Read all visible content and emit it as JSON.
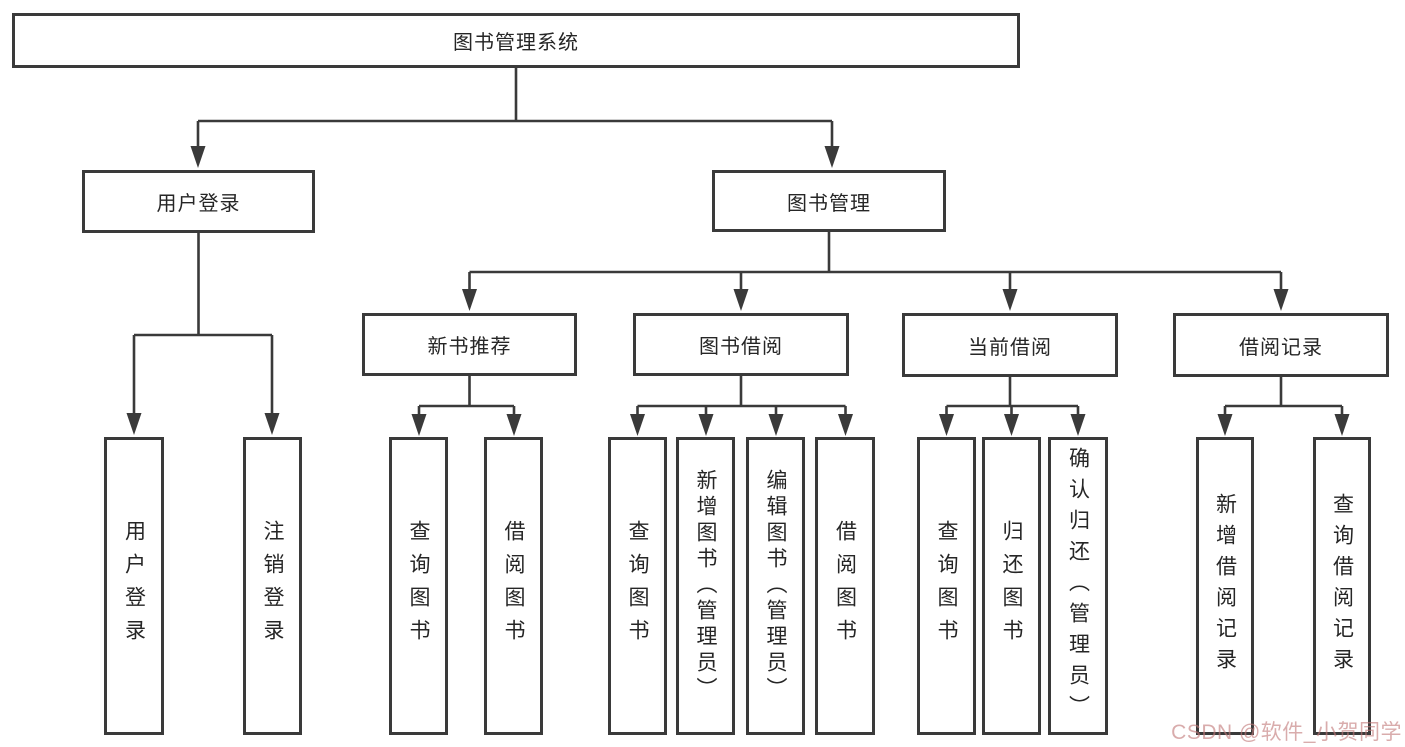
{
  "diagram": {
    "type": "hierarchy-tree",
    "title": "图书管理系统",
    "structure": {
      "图书管理系统": {
        "用户登录": [
          "用户登录",
          "注销登录"
        ],
        "图书管理": {
          "新书推荐": [
            "查询图书",
            "借阅图书"
          ],
          "图书借阅": [
            "查询图书",
            "新增图书（管理员）",
            "编辑图书（管理员）",
            "借阅图书"
          ],
          "当前借阅": [
            "查询图书",
            "归还图书",
            "确认归还（管理员）"
          ],
          "借阅记录": [
            "新增借阅记录",
            "查询借阅记录"
          ]
        }
      }
    }
  },
  "nodes": {
    "root": {
      "label": "图书管理系统"
    },
    "user_login": {
      "label": "用户登录"
    },
    "book_mgmt": {
      "label": "图书管理"
    },
    "new_book_rec": {
      "label": "新书推荐"
    },
    "book_borrow": {
      "label": "图书借阅"
    },
    "current_borrow": {
      "label": "当前借阅"
    },
    "borrow_records": {
      "label": "借阅记录"
    },
    "leaf_user_login": {
      "label": "用户登录"
    },
    "leaf_logout": {
      "label": "注销登录"
    },
    "leaf_query_book_1": {
      "label": "查询图书"
    },
    "leaf_borrow_book_1": {
      "label": "借阅图书"
    },
    "leaf_query_book_2": {
      "label": "查询图书"
    },
    "leaf_add_book": {
      "label": "新增图书（管理员）"
    },
    "leaf_edit_book": {
      "label": "编辑图书（管理员）"
    },
    "leaf_borrow_book_2": {
      "label": "借阅图书"
    },
    "leaf_query_book_3": {
      "label": "查询图书"
    },
    "leaf_return_book": {
      "label": "归还图书"
    },
    "leaf_confirm_return": {
      "label": "确认归还（管理员）"
    },
    "leaf_add_borrow_record": {
      "label": "新增借阅记录"
    },
    "leaf_query_borrow_record": {
      "label": "查询借阅记录"
    }
  },
  "watermark": {
    "text": "CSDN @软件_小贺同学",
    "color": "#c27a7a"
  },
  "colors": {
    "background": "#ffffff",
    "box_fill": "#ffffff",
    "box_border": "#3a3a3a",
    "line": "#3a3a3a",
    "text": "#262626"
  }
}
